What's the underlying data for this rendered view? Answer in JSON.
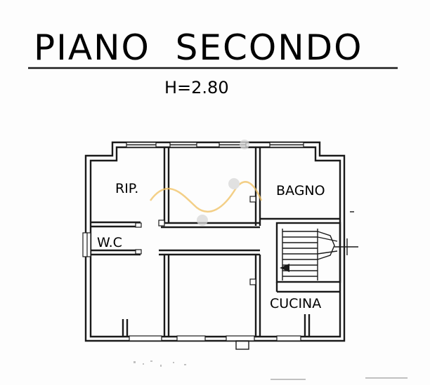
{
  "title": "PIANO  SECONDO",
  "height_label": "H=2.80",
  "rooms": {
    "rip": "RIP.",
    "bagno": "BAGNO",
    "wc": "W.C",
    "cucina": "CUCINA"
  },
  "colors": {
    "ink": "#1a1a1a",
    "paper": "#fdfdfd",
    "watermark": "#f0c060"
  }
}
